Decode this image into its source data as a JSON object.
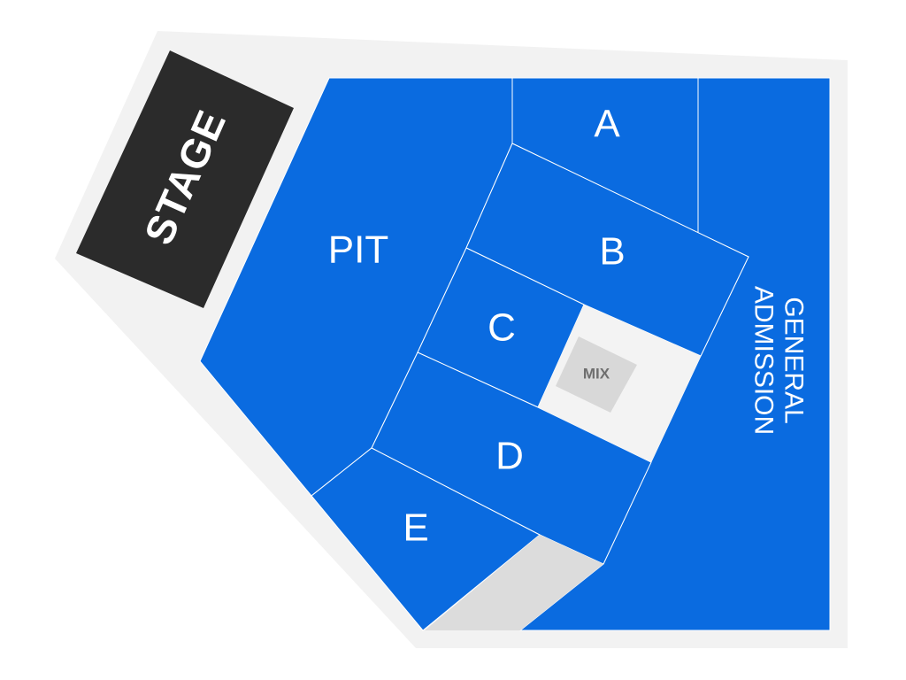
{
  "venue": {
    "stage_label": "STAGE",
    "mix_label": "MIX",
    "colors": {
      "section": "#0a6be0",
      "section_border": "#ffffff",
      "venue_floor": "#f2f2f2",
      "stage": "#2b2b2b",
      "mix_booth": "#d8d8d8",
      "mix_area": "#f3f3f3",
      "unavailable": "#dcdcdc"
    },
    "sections": [
      {
        "id": "pit",
        "label": "PIT"
      },
      {
        "id": "a",
        "label": "A"
      },
      {
        "id": "b",
        "label": "B"
      },
      {
        "id": "c",
        "label": "C"
      },
      {
        "id": "d",
        "label": "D"
      },
      {
        "id": "e",
        "label": "E"
      },
      {
        "id": "ga",
        "label_line1": "GENERAL",
        "label_line2": "ADMISSION"
      }
    ]
  }
}
